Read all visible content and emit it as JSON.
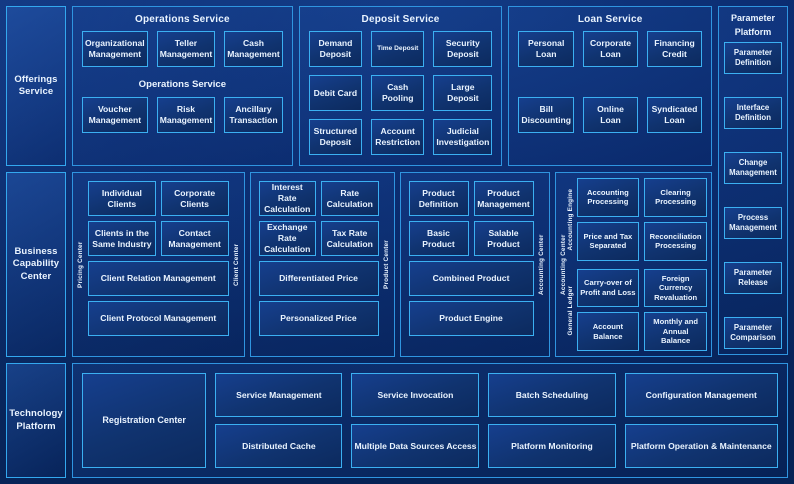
{
  "meta": {
    "title": "Banking Platform Capability Architecture",
    "colors": {
      "background": "#0a2a6b",
      "panel_border": "#2f95e0",
      "box_border": "#3bb0f2",
      "box_fill": "#163f8e",
      "text": "#eaf4ff"
    }
  },
  "layers": [
    {
      "key": "offerings",
      "label": "Offerings Service"
    },
    {
      "key": "business",
      "label": "Business Capability Center"
    },
    {
      "key": "technology",
      "label": "Technology Platform"
    }
  ],
  "offerings": {
    "sidebar_label": "Offerings Service",
    "services": [
      {
        "title": "Operations Service",
        "duplicate_title": "Operations Service",
        "items": [
          "Organizational Management",
          "Teller Management",
          "Cash Management",
          "Voucher Management",
          "Risk Management",
          "Ancillary Transaction"
        ]
      },
      {
        "title": "Deposit Service",
        "items": [
          "Demand Deposit",
          "Time Deposit",
          "Security Deposit",
          "Debit Card",
          "Cash Pooling",
          "Large Deposit",
          "Structured Deposit",
          "Account Restriction",
          "Judicial Investigation"
        ],
        "small_font_items": [
          "Time Deposit"
        ]
      },
      {
        "title": "Loan Service",
        "items": [
          "Personal Loan",
          "Corporate Loan",
          "Financing Credit",
          "Bill Discounting",
          "Online Loan",
          "Syndicated Loan"
        ]
      }
    ]
  },
  "parameter_platform": {
    "title": "Parameter Platform",
    "items": [
      "Parameter Definition",
      "Interface Definition",
      "Change Management",
      "Process Management",
      "Parameter Release",
      "Parameter Comparison"
    ]
  },
  "business": {
    "sidebar_label": "Business Capability Center",
    "centers": [
      {
        "vertical_label": "Pricing Center",
        "vertical_label_right": "Client Center",
        "grid": [
          "Individual Clients",
          "Corporate Clients",
          "Clients in the Same Industry",
          "Contact Management"
        ],
        "wide": [
          "Client Relation Management",
          "Client Protocol Management"
        ]
      },
      {
        "vertical_label": "Client Center",
        "vertical_label_right": "Product Center",
        "grid": [
          "Interest Rate Calculation",
          "Rate Calculation",
          "Exchange Rate Calculation",
          "Tax Rate Calculation"
        ],
        "wide": [
          "Differentiated Price",
          "Personalized Price"
        ]
      },
      {
        "vertical_label": "Product Center",
        "vertical_label_right": "Accounting Center",
        "grid": [
          "Product Definition",
          "Product Management",
          "Basic Product",
          "Salable Product"
        ],
        "wide": [
          "Combined Product",
          "Product Engine"
        ]
      }
    ],
    "accounting_center": {
      "vertical_label": "Accounting Center",
      "sections": [
        {
          "vertical_label": "Accounting Engine",
          "items": [
            "Accounting Processing",
            "Clearing Processing",
            "Price and Tax Separated",
            "Reconciliation Processing"
          ]
        },
        {
          "vertical_label": "General Ledger",
          "items": [
            "Carry-over of Profit and Loss",
            "Foreign Currency Revaluation",
            "Account Balance",
            "Monthly and Annual Balance"
          ]
        }
      ]
    }
  },
  "technology": {
    "sidebar_label": "Technology Platform",
    "registration": "Registration Center",
    "columns": [
      [
        "Service Management",
        "Distributed Cache"
      ],
      [
        "Service Invocation",
        "Multiple Data Sources Access"
      ],
      [
        "Batch Scheduling",
        "Platform Monitoring"
      ],
      [
        "Configuration Management",
        "Platform Operation & Maintenance"
      ]
    ]
  }
}
